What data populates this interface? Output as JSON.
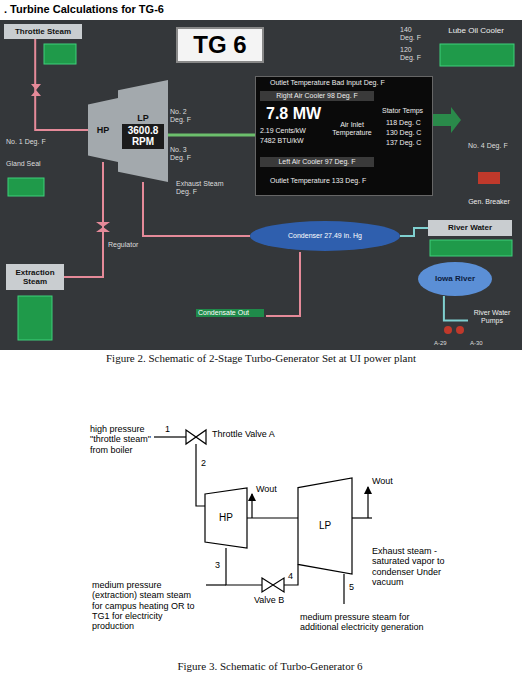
{
  "diagram": {
    "title": ". Turbine Calculations for TG-6",
    "caption": "Figure 3. Schematic of Turbo-Generator 6",
    "nodes": [
      {
        "text": [
          "Throttle Steam"
        ]
      },
      {
        "text": [
          "TG 6"
        ]
      },
      {
        "text": [
          "Lube Oil Cooler"
        ]
      },
      {
        "text": [
          "HP"
        ]
      },
      {
        "text": [
          "LP",
          "3600.8 RPM"
        ]
      },
      {
        "text": [
          "Outlet Temperature Bad Input Deg. F",
          "Right Air Cooler 98 Deg. F",
          "7.8 MW",
          "2.19 Cents/kW",
          "7482 BTU/kW",
          "Air Inlet Temperature",
          "Stator Temps",
          "118 Deg. C",
          "130 Deg. C",
          "137 Deg. C",
          "Left Air Cooler 97 Deg. F",
          "Outlet Temperature 133 Deg. F"
        ]
      },
      {
        "text": [
          "Gen. Breaker"
        ]
      },
      {
        "text": [
          "Condenser 27.49 in. Hg"
        ]
      },
      {
        "text": [
          "River Water"
        ]
      },
      {
        "text": [
          "Iowa River"
        ]
      },
      {
        "text": [
          "Extraction Steam"
        ]
      },
      {
        "text": [
          "River Water Pumps"
        ]
      },
      {
        "text": [
          "Throttle Valve A"
        ]
      },
      {
        "text": [
          "HP"
        ]
      },
      {
        "text": [
          "LP"
        ]
      },
      {
        "text": [
          "Valve B"
        ]
      }
    ],
    "edges": [
      {
        "from": 0,
        "to": 3,
        "arrow": "none"
      },
      {
        "from": 3,
        "to": 10,
        "arrow": "none"
      },
      {
        "from": 4,
        "to": 7,
        "arrow": "none"
      },
      {
        "from": 7,
        "to": 8,
        "arrow": "none"
      },
      {
        "from": 9,
        "to": 11,
        "arrow": "none"
      },
      {
        "from": 12,
        "to": 13,
        "label": "2",
        "arrow": "none"
      },
      {
        "from": 13,
        "to": 15,
        "label": "3",
        "arrow": "none"
      },
      {
        "from": 15,
        "to": 14,
        "label": "4",
        "arrow": "none"
      }
    ],
    "labels": [
      "140 Deg. F",
      "120 Deg. F",
      "No. 2 Deg. F",
      "No. 3 Deg. F",
      "No. 1 Deg. F",
      "Gland Seal",
      "No. 4 Deg. F",
      "Exhaust Steam Deg. F",
      "Regulator",
      "Condensate Out",
      "A-29",
      "A-30",
      "Figure 2. Schematic of 2-Stage Turbo-Generator Set at UI power plant",
      "high pressure \"throttle steam\" from boiler",
      "1",
      "Wout",
      "Wout",
      "medium pressure (extraction) steam steam for campus heating OR to TG1 for electricity production",
      "Exhaust steam -saturated vapor to condenser Under vacuum",
      "5",
      "medium pressure steam for additional electricity generation"
    ]
  }
}
